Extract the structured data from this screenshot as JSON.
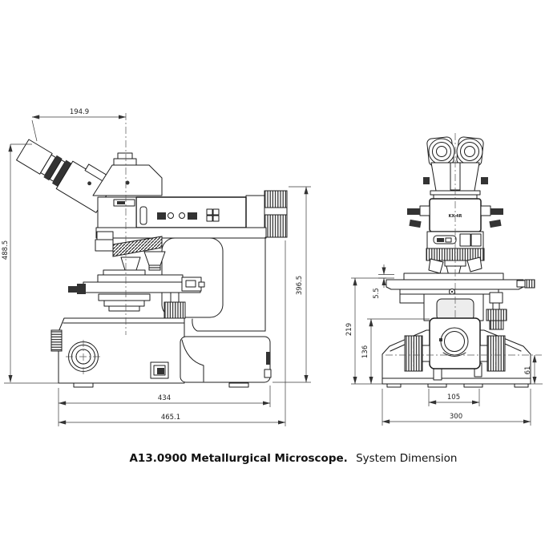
{
  "caption": {
    "bold": "A13.0900 Metallurgical Microscope.",
    "regular": "System Dimension"
  },
  "front_view": {
    "body_label": "KX-4R"
  },
  "dimensions": {
    "side_top_width": "194.9",
    "side_total_height": "488.5",
    "side_base_width": "434",
    "side_overall_width": "465.1",
    "side_rear_height": "396.5",
    "front_stage_height": "219",
    "front_body_height": "136",
    "front_stage_thickness": "5.5",
    "front_inner_width": "105",
    "front_base_width": "300",
    "front_knob_height": "61"
  },
  "colors": {
    "line": "#1c1c1c",
    "background": "#ffffff",
    "dim_text": "#222222"
  }
}
